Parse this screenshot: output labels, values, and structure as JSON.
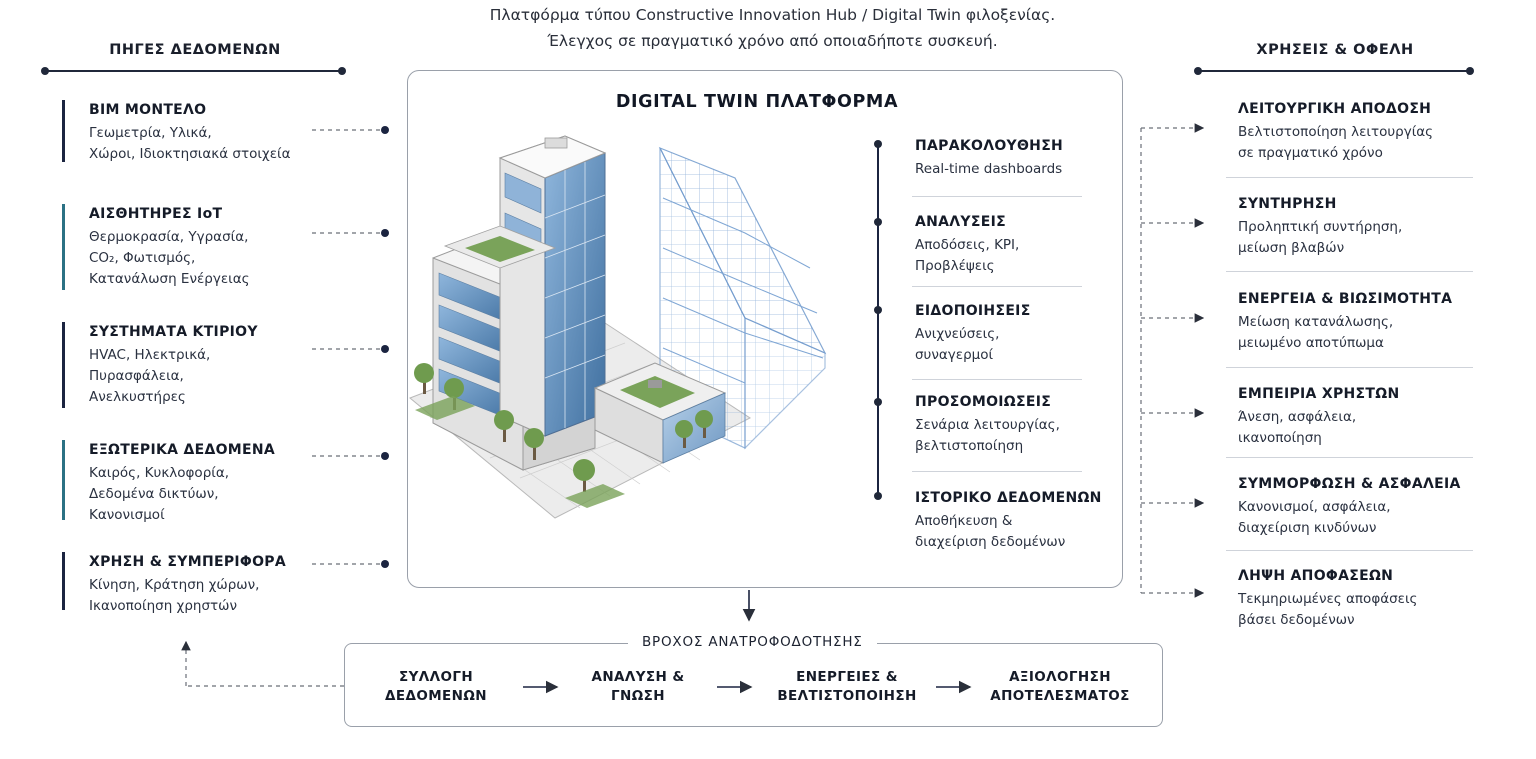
{
  "intro": {
    "line1": "Πλατφόρμα τύπου Constructive Innovation Hub / Digital Twin φιλοξενίας.",
    "line2": "Έλεγχος σε πραγματικό χρόνο από οποιαδήποτε συσκευή."
  },
  "sources": {
    "title": "ΠΗΓΕΣ ΔΕΔΟΜΕΝΩΝ",
    "items": [
      {
        "title": "BIM ΜΟΝΤΕΛΟ",
        "desc": "Γεωμετρία, Υλικά,\nΧώροι, Ιδιοκτησιακά στοιχεία"
      },
      {
        "title": "ΑΙΣΘΗΤΗΡΕΣ IoT",
        "desc": "Θερμοκρασία, Υγρασία,\nCO₂, Φωτισμός,\nΚατανάλωση Ενέργειας"
      },
      {
        "title": "ΣΥΣΤΗΜΑΤΑ ΚΤΙΡΙΟΥ",
        "desc": "HVAC, Ηλεκτρικά,\nΠυρασφάλεια,\nΑνελκυστήρες"
      },
      {
        "title": "ΕΞΩΤΕΡΙΚΑ ΔΕΔΟΜΕΝΑ",
        "desc": "Καιρός, Κυκλοφορία,\nΔεδομένα δικτύων,\nΚανονισμοί"
      },
      {
        "title": "ΧΡΗΣΗ & ΣΥΜΠΕΡΙΦΟΡΑ",
        "desc": "Κίνηση, Κράτηση χώρων,\nΙκανοποίηση χρηστών"
      }
    ]
  },
  "platform": {
    "title": "DIGITAL TWIN ΠΛΑΤΦΟΡΜΑ",
    "functions": [
      {
        "title": "ΠΑΡΑΚΟΛΟΥΘΗΣΗ",
        "desc": "Real-time dashboards"
      },
      {
        "title": "ΑΝΑΛΥΣΕΙΣ",
        "desc": "Αποδόσεις, KPI,\nΠροβλέψεις"
      },
      {
        "title": "ΕΙΔΟΠΟΙΗΣΕΙΣ",
        "desc": "Ανιχνεύσεις,\nσυναγερμοί"
      },
      {
        "title": "ΠΡΟΣΟΜΟΙΩΣΕΙΣ",
        "desc": "Σενάρια λειτουργίας,\nβελτιστοποίηση"
      },
      {
        "title": "ΙΣΤΟΡΙΚΟ ΔΕΔΟΜΕΝΩΝ",
        "desc": "Αποθήκευση &\nδιαχείριση δεδομένων"
      }
    ]
  },
  "uses": {
    "title": "ΧΡΗΣΕΙΣ & ΟΦΕΛΗ",
    "items": [
      {
        "title": "ΛΕΙΤΟΥΡΓΙΚΗ ΑΠΟΔΟΣΗ",
        "desc": "Βελτιστοποίηση λειτουργίας\nσε πραγματικό χρόνο"
      },
      {
        "title": "ΣΥΝΤΗΡΗΣΗ",
        "desc": "Προληπτική συντήρηση,\nμείωση βλαβών"
      },
      {
        "title": "ΕΝΕΡΓΕΙΑ & ΒΙΩΣΙΜΟΤΗΤΑ",
        "desc": "Μείωση κατανάλωσης,\nμειωμένο αποτύπωμα"
      },
      {
        "title": "ΕΜΠΕΙΡΙΑ ΧΡΗΣΤΩΝ",
        "desc": "Άνεση, ασφάλεια,\nικανοποίηση"
      },
      {
        "title": "ΣΥΜΜΟΡΦΩΣΗ & ΑΣΦΑΛΕΙΑ",
        "desc": "Κανονισμοί, ασφάλεια,\nδιαχείριση κινδύνων"
      },
      {
        "title": "ΛΗΨΗ ΑΠΟΦΑΣΕΩΝ",
        "desc": "Τεκμηριωμένες αποφάσεις\nβάσει δεδομένων"
      }
    ]
  },
  "loop": {
    "title": "ΒΡΟΧΟΣ ΑΝΑΤΡΟΦΟΔΟΤΗΣΗΣ",
    "steps": [
      {
        "label": "ΣΥΛΛΟΓΗ\nΔΕΔΟΜΕΝΩΝ"
      },
      {
        "label": "ΑΝΑΛΥΣΗ &\nΓΝΩΣΗ"
      },
      {
        "label": "ΕΝΕΡΓΕΙΕΣ &\nΒΕΛΤΙΣΤΟΠΟΙΗΣΗ"
      },
      {
        "label": "ΑΞΙΟΛΟΓΗΣΗ\nΑΠΟΤΕΛΕΣΜΑΤΟΣ"
      }
    ]
  },
  "colors": {
    "navy": "#1b2440",
    "teal": "#2b7184",
    "glass": "#4f86bf",
    "green": "#7aa35a"
  },
  "icons": {
    "building": "building-illustration",
    "connector": "dashed-arrow-icon"
  }
}
